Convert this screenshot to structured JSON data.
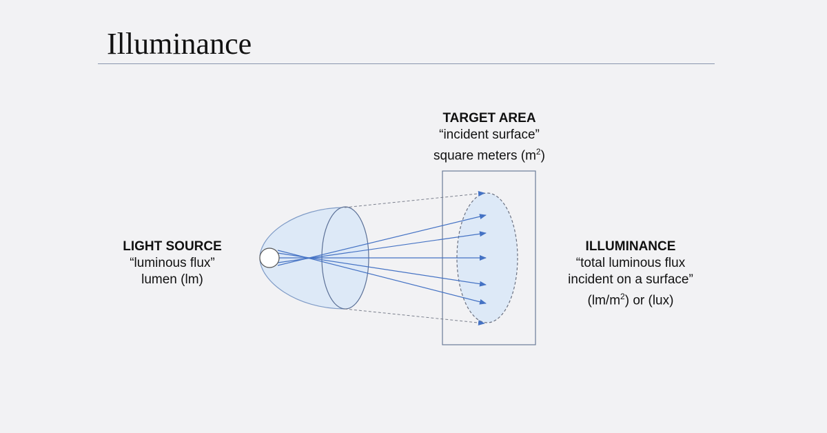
{
  "title": "Illuminance",
  "target": {
    "heading": "TARGET AREA",
    "line1": "“incident surface”",
    "line2_pre": "square meters (m",
    "line2_sup": "2",
    "line2_post": ")"
  },
  "source": {
    "heading": "LIGHT SOURCE",
    "line1": "“luminous flux”",
    "line2": "lumen (lm)"
  },
  "illuminance": {
    "heading": "ILLUMINANCE",
    "line1": "“total luminous flux",
    "line2": "incident on a surface”",
    "line3_pre": "(lm/m",
    "line3_sup": "2",
    "line3_post": ") or (lux)"
  },
  "colors": {
    "fill": "#dde9f7",
    "stroke": "#4a6fa5",
    "arrow": "#4472c4",
    "dash": "#7a7f8c"
  }
}
